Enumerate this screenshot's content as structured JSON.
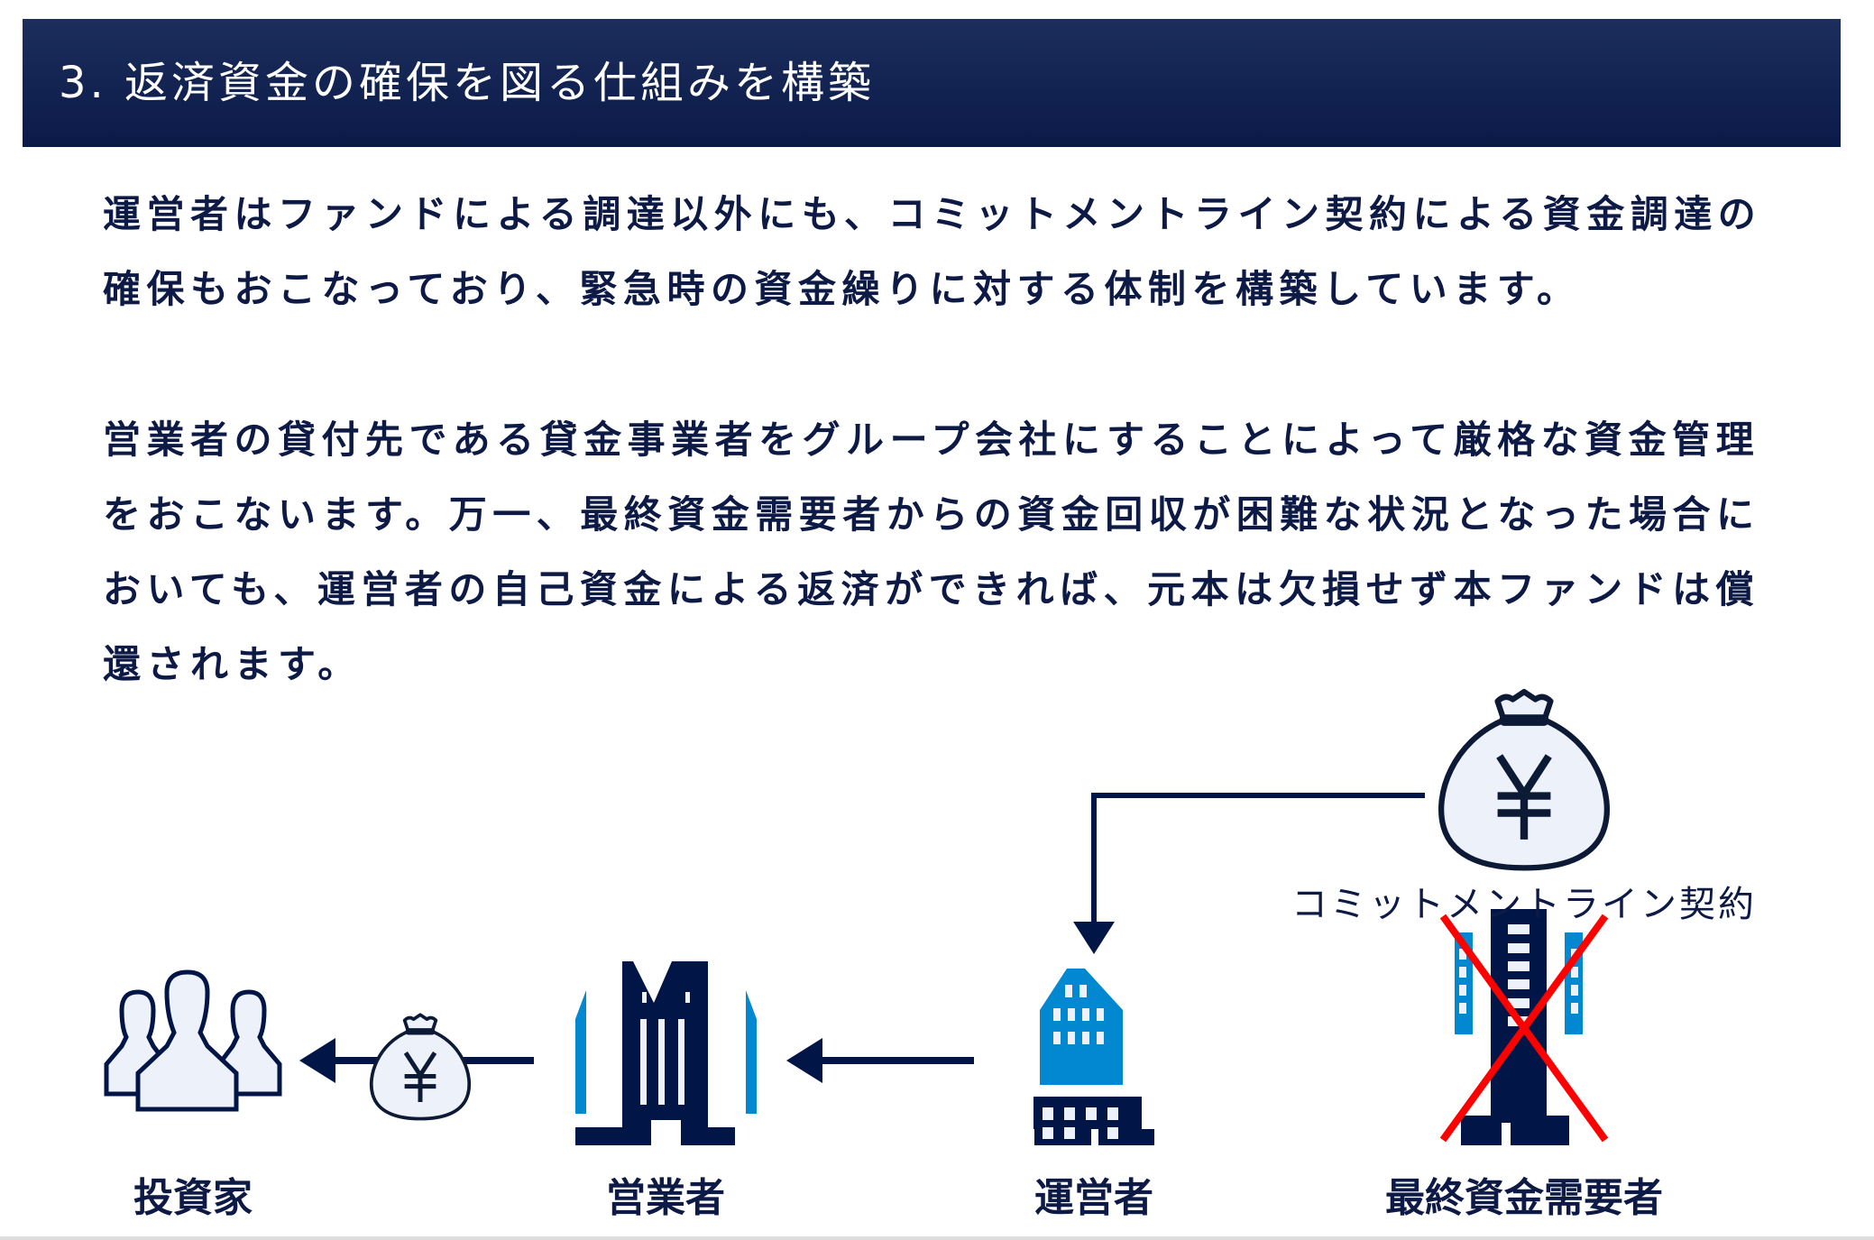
{
  "header": {
    "title": "3. 返済資金の確保を図る仕組みを構築"
  },
  "paragraphs": [
    "運営者はファンドによる調達以外にも、コミットメントライン契約による資金調達の確保もおこなっており、緊急時の資金繰りに対する体制を構築しています。",
    "営業者の貸付先である貸金事業者をグループ会社にすることによって厳格な資金管理をおこないます。万一、最終資金需要者からの資金回収が困難な状況となった場合においても、運営者の自己資金による返済ができれば、元本は欠損せず本ファンドは償還されます。"
  ],
  "diagram": {
    "nodes": {
      "investor": "投資家",
      "operator_company": "営業者",
      "manager": "運営者",
      "end_borrower": "最終資金需要者",
      "commitment_line": "コミットメントライン契約"
    },
    "colors": {
      "navy": "#021547",
      "blue": "#0288d1",
      "bag_fill": "#edf1f9",
      "cross": "#ff0000"
    }
  }
}
